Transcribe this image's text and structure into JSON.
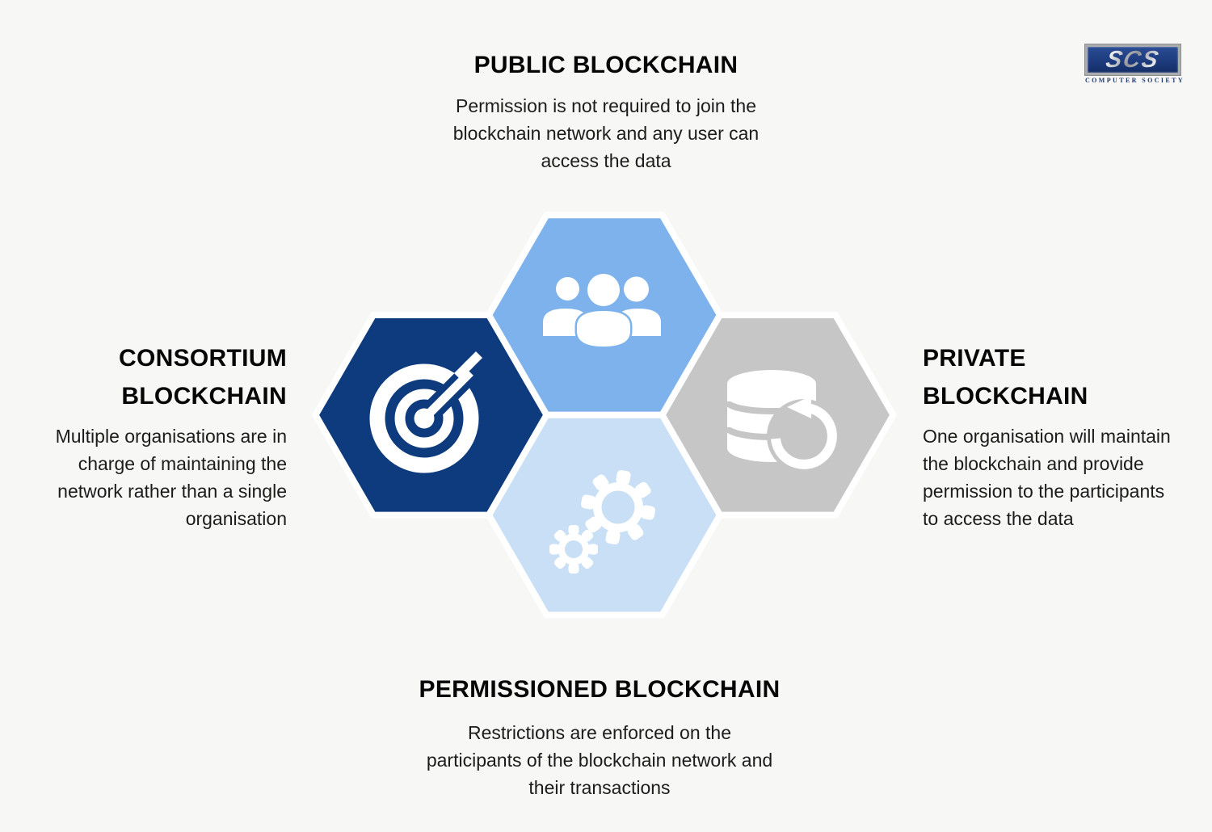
{
  "colors": {
    "background": "#f7f7f6",
    "public_blue": "#7eb2ec",
    "consortium_navy": "#0d3b7e",
    "private_gray": "#c6c6c7",
    "permissioned_pale": "#c9dff5",
    "icon_white": "#ffffff",
    "title_black": "#060606",
    "body_text": "#1c1c1c",
    "logo_navy": "#1d3c7e"
  },
  "logo": {
    "acronym": "SCS",
    "caption": "COMPUTER SOCIETY"
  },
  "sections": {
    "public": {
      "title": "PUBLIC BLOCKCHAIN",
      "body_lines": [
        "Permission is not required to join the",
        "blockchain network and any user can",
        "access the data"
      ],
      "icon": "group-people-icon"
    },
    "consortium": {
      "title_lines": [
        "CONSORTIUM",
        "BLOCKCHAIN"
      ],
      "body_lines": [
        "Multiple organisations are in",
        "charge of maintaining the",
        "network rather than a single",
        "organisation"
      ],
      "icon": "target-dart-icon"
    },
    "private": {
      "title_lines": [
        "PRIVATE",
        "BLOCKCHAIN"
      ],
      "body_lines": [
        "One organisation will maintain",
        "the blockchain and provide",
        "permission to the participants",
        "to access the data"
      ],
      "icon": "database-restore-icon"
    },
    "permissioned": {
      "title": "PERMISSIONED BLOCKCHAIN",
      "body_lines": [
        "Restrictions are enforced on the",
        "participants of the blockchain network and",
        "their transactions"
      ],
      "icon": "gears-icon"
    }
  }
}
